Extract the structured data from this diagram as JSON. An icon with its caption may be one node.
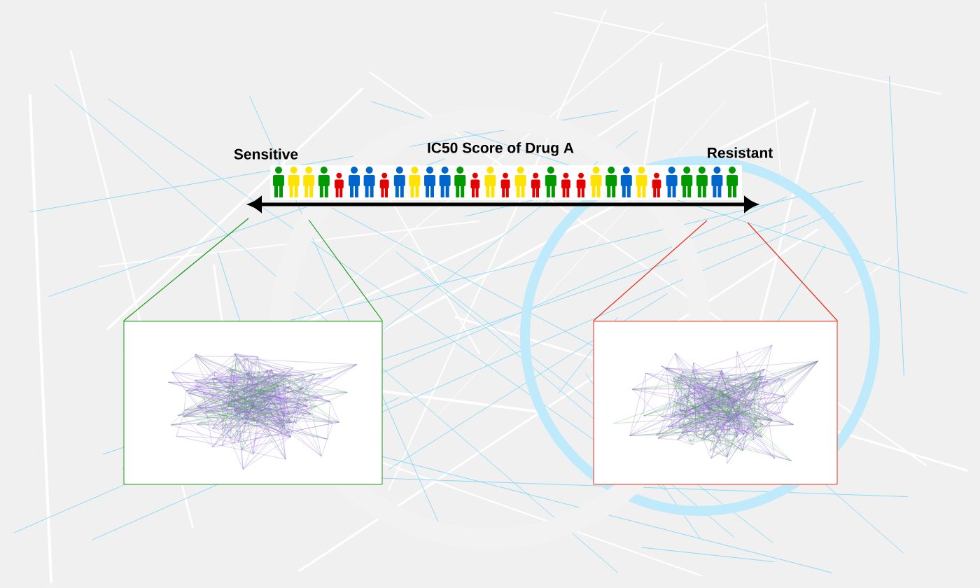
{
  "diagram": {
    "nodes": [
      {
        "text": [],
        "shape": "picture"
      },
      {
        "text": [],
        "shape": "picture"
      }
    ],
    "edges": [
      {
        "from": null,
        "to": 0,
        "arrow": "none",
        "color": "#1a9a1a"
      },
      {
        "from": null,
        "to": 0,
        "arrow": "none",
        "color": "#1a9a1a"
      },
      {
        "from": null,
        "to": 1,
        "arrow": "none",
        "color": "#e8321e"
      },
      {
        "from": null,
        "to": 1,
        "arrow": "none",
        "color": "#e8321e"
      }
    ],
    "labels": [
      "Sensitive",
      "IC50 Score of Drug A",
      "Resistant"
    ]
  }
}
